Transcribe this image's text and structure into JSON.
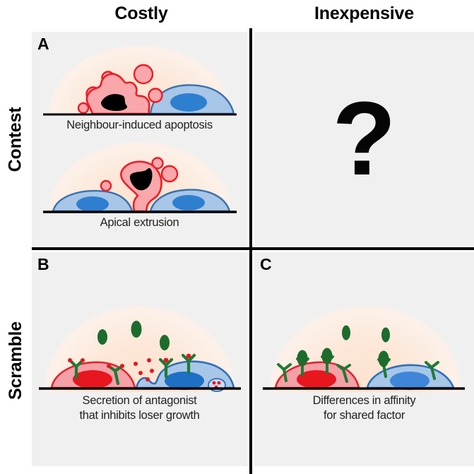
{
  "figure": {
    "columns": [
      {
        "id": "costly",
        "label": "Costly"
      },
      {
        "id": "inexpensive",
        "label": "Inexpensive"
      }
    ],
    "rows": [
      {
        "id": "contest",
        "label": "Contest"
      },
      {
        "id": "scramble",
        "label": "Scramble"
      }
    ]
  },
  "panels": {
    "a": {
      "letter": "A",
      "row": "Contest",
      "column": "Costly",
      "scenes": [
        {
          "id": "neighbour-induced-apoptosis",
          "caption": "Neighbour-induced apoptosis",
          "description": "A pink loser cell with blebbing membrane and condensed black nucleus beside a blue winner cell",
          "cells": [
            {
              "type": "loser",
              "color": "#f9a7ab",
              "outline": "#ee1c25",
              "nucleus": "#000000",
              "state": "apoptotic-blebbing"
            },
            {
              "type": "winner",
              "color": "#a8c6e8",
              "outline": "#3a72ad",
              "nucleus": "#2f7fd0",
              "state": "healthy"
            }
          ],
          "bleb_count": 6
        },
        {
          "id": "apical-extrusion",
          "caption": "Apical extrusion",
          "description": "A pink loser cell being extruded upward from an epithelium of two blue winner cells",
          "cells": [
            {
              "type": "loser",
              "color": "#f9a7ab",
              "outline": "#ee1c25",
              "nucleus": "#000000",
              "state": "extruded"
            },
            {
              "type": "winner",
              "color": "#a8c6e8",
              "outline": "#3a72ad",
              "nucleus": "#2f7fd0",
              "state": "healthy"
            },
            {
              "type": "winner",
              "color": "#a8c6e8",
              "outline": "#3a72ad",
              "nucleus": "#2f7fd0",
              "state": "healthy"
            }
          ],
          "bleb_count": 3
        }
      ]
    },
    "question": {
      "letter": "",
      "row": "Contest",
      "column": "Inexpensive",
      "symbol": "?",
      "caption": ""
    },
    "b": {
      "letter": "B",
      "row": "Scramble",
      "column": "Costly",
      "caption_line1": "Secretion of antagonist",
      "caption_line2": "that inhibits loser growth",
      "description": "Red winner cell and blue loser cell each bearing green receptors; blue cell secretes red antagonist particles and internalises them in a vesicle",
      "cells": [
        {
          "type": "winner",
          "color": "#f4a0a6",
          "outline": "#e02430",
          "nucleus": "#e8161f",
          "receptors": 2,
          "bound_ligands": 2
        },
        {
          "type": "loser",
          "color": "#a8c6e8",
          "outline": "#2f6fb5",
          "nucleus": "#1f6fc4",
          "receptors": 2,
          "bound_ligands": 2,
          "vesicle": true
        }
      ],
      "free_factors": 3,
      "factor_color": "#1e6b2e",
      "antagonist_color": "#e8161f",
      "antagonist_count": 6
    },
    "c": {
      "letter": "C",
      "row": "Scramble",
      "column": "Inexpensive",
      "caption_line1": "Differences in affinity",
      "caption_line2": "for shared factor",
      "description": "Red winner cell with four receptors capturing more shared green factor than the blue loser cell with two receptors",
      "cells": [
        {
          "type": "winner",
          "color": "#f4a0a6",
          "outline": "#e02430",
          "nucleus": "#e8161f",
          "receptors": 4,
          "bound_ligands": 2
        },
        {
          "type": "loser",
          "color": "#a8c6e8",
          "outline": "#2f6fb5",
          "nucleus": "#3f86d8",
          "receptors": 2,
          "bound_ligands": 1
        }
      ],
      "free_factors": 2,
      "factor_color": "#1e6b2e"
    }
  },
  "colors": {
    "panel_background": "#f0f0f0",
    "page_background": "#ffffff",
    "divider": "#000000",
    "ground_line": "#000000",
    "dome_gradient_inner": "#fde3d0",
    "dome_gradient_outer": "#f4f1f0",
    "loser_pink_fill": "#f9a7ab",
    "loser_red_outline": "#ee1c25",
    "winner_blue_fill": "#a8c6e8",
    "winner_blue_outline": "#3a72ad",
    "winner_blue_nucleus": "#2f7fd0",
    "red_nucleus": "#e8161f",
    "apoptotic_nucleus": "#000000",
    "receptor_green": "#1e7a34",
    "factor_green": "#1e6b2e",
    "antagonist_red": "#e8161f",
    "text": "#222222",
    "heading_text": "#000000"
  }
}
